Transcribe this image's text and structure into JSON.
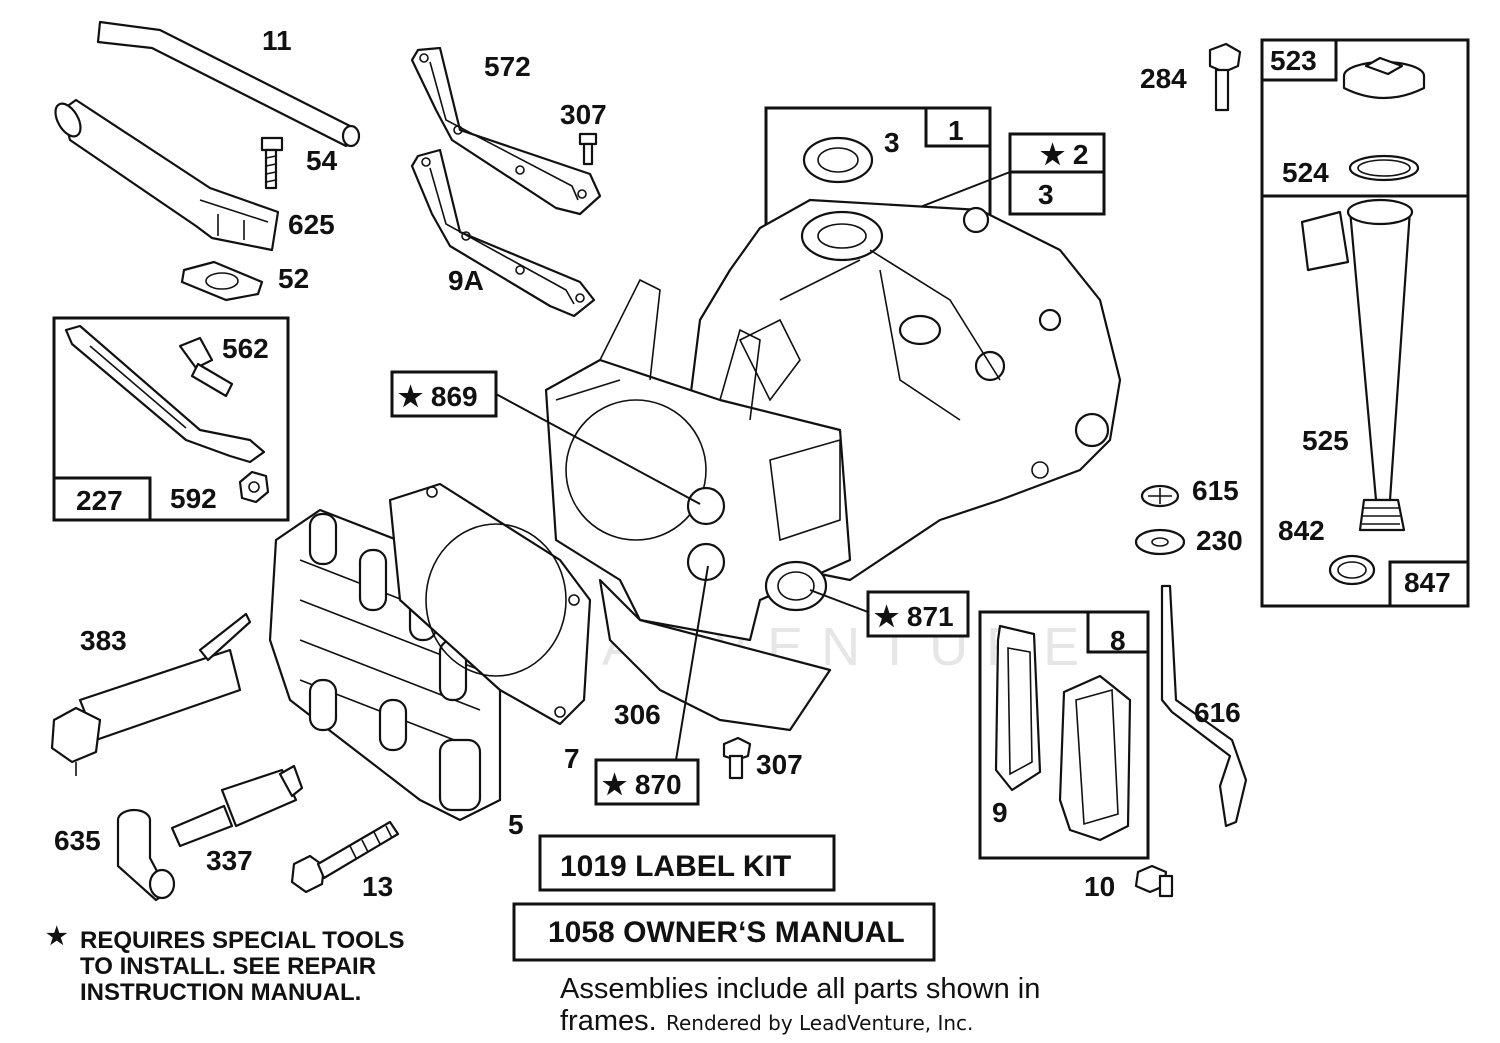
{
  "callouts": {
    "c11": "11",
    "c54": "54",
    "c625": "625",
    "c52": "52",
    "c572": "572",
    "c307a": "307",
    "c9A": "9A",
    "c3a": "3",
    "c1": "1",
    "c2": "★ 2",
    "c3b": "3",
    "c284": "284",
    "c523": "523",
    "c524": "524",
    "c525": "525",
    "c842": "842",
    "c847": "847",
    "c562": "562",
    "c227": "227",
    "c592": "592",
    "c869": "★ 869",
    "c871": "★ 871",
    "c870": "★ 870",
    "c615": "615",
    "c230": "230",
    "c383": "383",
    "c5": "5",
    "c7": "7",
    "c306": "306",
    "c307b": "307",
    "c8": "8",
    "c9": "9",
    "c10": "10",
    "c616": "616",
    "c635": "635",
    "c337": "337",
    "c13": "13"
  },
  "kits": {
    "label_kit": "1019 LABEL KIT",
    "owners_manual": "1058 OWNER‘S MANUAL"
  },
  "notes": {
    "star": "★",
    "line1": "REQUIRES SPECIAL TOOLS",
    "line2": "TO INSTALL.  SEE REPAIR",
    "line3": "INSTRUCTION MANUAL.",
    "assemblies_line1": "Assemblies include all parts shown in",
    "assemblies_line2": "frames.",
    "credit": "Rendered by LeadVenture, Inc."
  },
  "watermark": "LEADVENTURE"
}
